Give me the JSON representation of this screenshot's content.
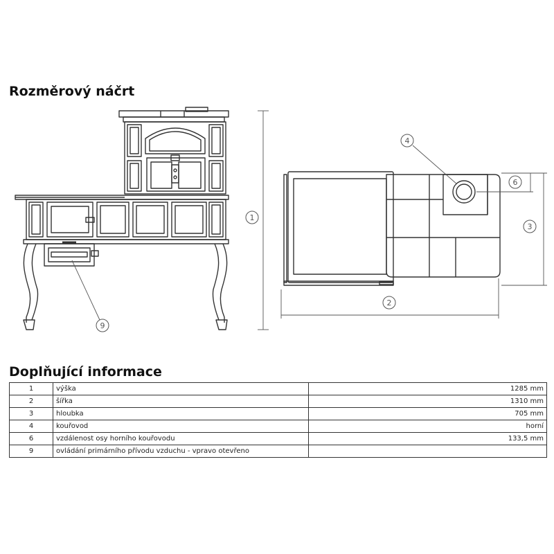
{
  "sketch": {
    "title": "Rozměrový náčrt",
    "callouts": [
      "1",
      "2",
      "3",
      "4",
      "6",
      "9"
    ]
  },
  "info": {
    "title": "Doplňující informace",
    "rows": [
      {
        "num": "1",
        "label": "výška",
        "value": "1285 mm"
      },
      {
        "num": "2",
        "label": "šířka",
        "value": "1310 mm"
      },
      {
        "num": "3",
        "label": "hloubka",
        "value": "705 mm"
      },
      {
        "num": "4",
        "label": "kouřovod",
        "value": "horní"
      },
      {
        "num": "6",
        "label": "vzdálenost osy horního kouřovodu",
        "value": "133,5 mm"
      },
      {
        "num": "9",
        "label": "ovládání primárního přívodu vzduchu - vpravo otevřeno",
        "value": ""
      }
    ]
  }
}
